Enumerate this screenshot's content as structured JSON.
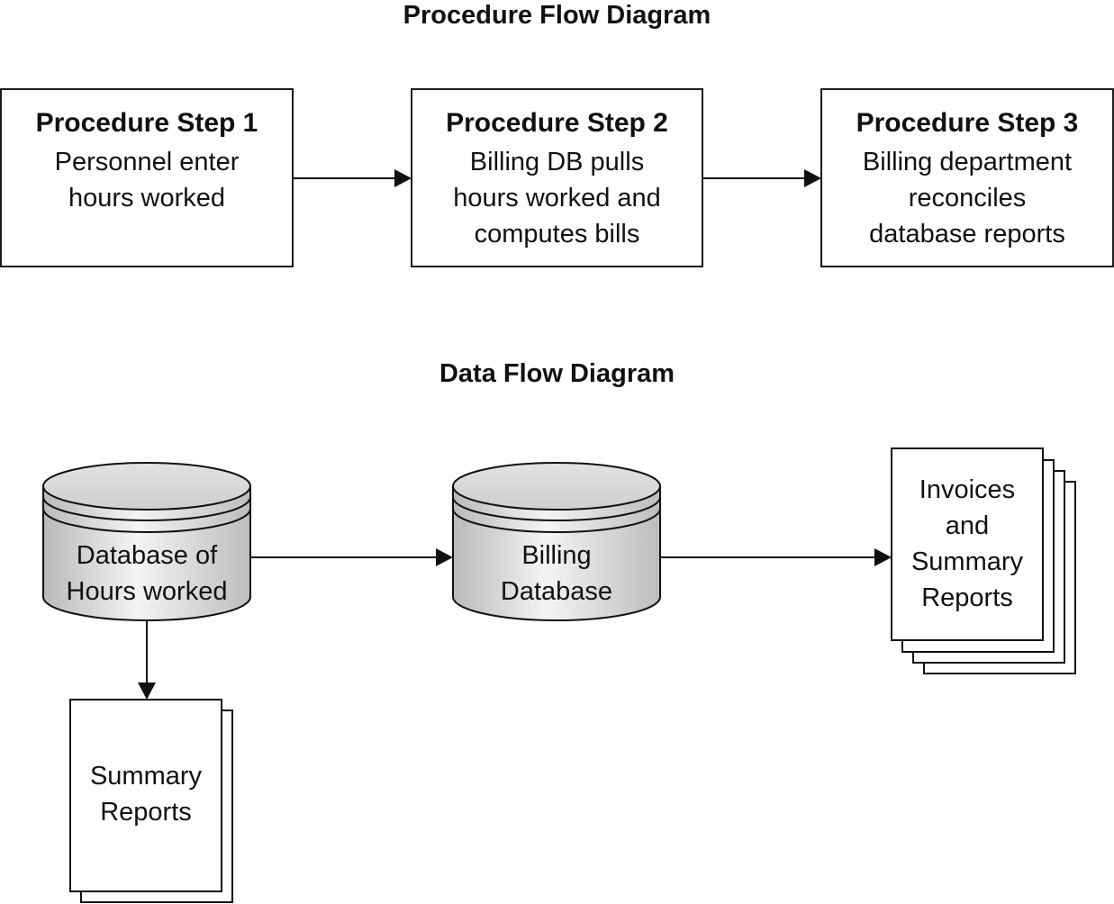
{
  "procedure": {
    "title": "Procedure Flow Diagram",
    "steps": [
      {
        "title": "Procedure Step 1",
        "lines": [
          "Personnel enter",
          "hours worked"
        ]
      },
      {
        "title": "Procedure Step 2",
        "lines": [
          "Billing DB pulls",
          "hours worked and",
          "computes bills"
        ]
      },
      {
        "title": "Procedure Step 3",
        "lines": [
          "Billing department",
          "reconciles",
          "database reports"
        ]
      }
    ]
  },
  "dataflow": {
    "title": "Data Flow Diagram",
    "hours_db": {
      "lines": [
        "Database of",
        "Hours worked"
      ]
    },
    "billing_db": {
      "lines": [
        "Billing",
        "Database"
      ]
    },
    "invoices": {
      "lines": [
        "Invoices",
        "and",
        "Summary",
        "Reports"
      ]
    },
    "summary": {
      "lines": [
        "Summary",
        "Reports"
      ]
    }
  }
}
